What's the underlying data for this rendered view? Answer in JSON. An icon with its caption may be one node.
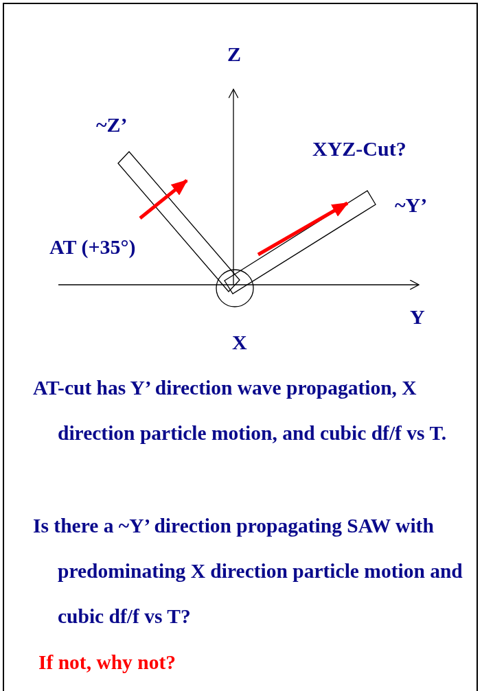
{
  "diagram": {
    "labels": [
      "Z",
      "~Z’",
      "XYZ-Cut?",
      "~Y’",
      "AT (+35°)",
      "Y",
      "X",
      "AT-cut has Y’ direction wave propagation, X direction particle motion, and cubic df/f vs T.",
      "Is there a ~Y’ direction propagating SAW with predominating X direction particle motion and cubic df/f vs T?",
      "If not, why not?"
    ]
  }
}
